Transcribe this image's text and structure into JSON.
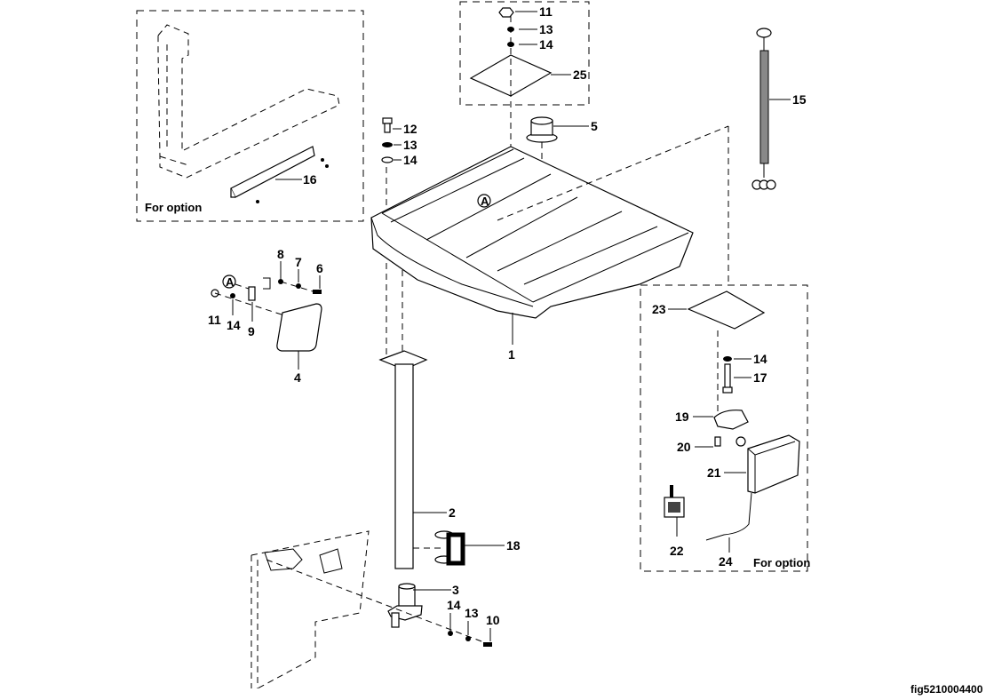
{
  "figure_id": "fig5210004400",
  "option_note": "For option",
  "reference_marker": "A",
  "labels": {
    "p1": "1",
    "p2": "2",
    "p3": "3",
    "p4": "4",
    "p5": "5",
    "p6": "6",
    "p7": "7",
    "p8": "8",
    "p9": "9",
    "p10": "10",
    "p11a": "11",
    "p11b": "11",
    "p12": "12",
    "p13a": "13",
    "p13b": "13",
    "p13c": "13",
    "p14a": "14",
    "p14b": "14",
    "p14c": "14",
    "p14d": "14",
    "p14e": "14",
    "p15": "15",
    "p16": "16",
    "p17": "17",
    "p18": "18",
    "p19": "19",
    "p20": "20",
    "p21": "21",
    "p22": "22",
    "p23": "23",
    "p24": "24",
    "p25": "25"
  }
}
